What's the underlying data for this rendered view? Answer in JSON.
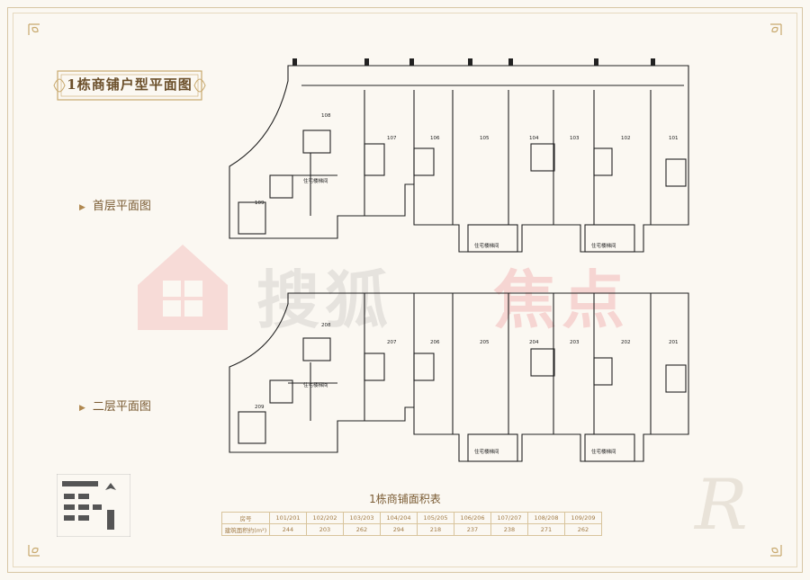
{
  "page": {
    "title": "1栋商铺户型平面图",
    "table_title": "1栋商铺面积表"
  },
  "floors": [
    {
      "label": "首层平面图",
      "stair_label_a": "住宅楼梯间",
      "stair_label_b": "住宅楼梯间",
      "stair_label_c": "住宅楼梯间",
      "units": [
        "108",
        "107",
        "106",
        "105",
        "104",
        "103",
        "102",
        "101",
        "109"
      ]
    },
    {
      "label": "二层平面图",
      "stair_label_a": "住宅楼梯间",
      "stair_label_b": "住宅楼梯间",
      "stair_label_c": "住宅楼梯间",
      "units": [
        "208",
        "207",
        "206",
        "205",
        "204",
        "203",
        "202",
        "201",
        "209"
      ]
    }
  ],
  "watermark": {
    "left": "搜狐",
    "right": "焦点"
  },
  "area_table": {
    "row_labels": [
      "房号",
      "建筑面积约(m²)"
    ],
    "columns": [
      {
        "room": "101/201",
        "area": "244"
      },
      {
        "room": "102/202",
        "area": "203"
      },
      {
        "room": "103/203",
        "area": "262"
      },
      {
        "room": "104/204",
        "area": "294"
      },
      {
        "room": "105/205",
        "area": "218"
      },
      {
        "room": "106/206",
        "area": "237"
      },
      {
        "room": "107/207",
        "area": "238"
      },
      {
        "room": "108/208",
        "area": "271"
      },
      {
        "room": "109/209",
        "area": "262"
      }
    ]
  },
  "colors": {
    "accent": "#c8a96e",
    "title": "#6b4f2a",
    "wall": "#222222",
    "table_border": "#d8c49c"
  }
}
